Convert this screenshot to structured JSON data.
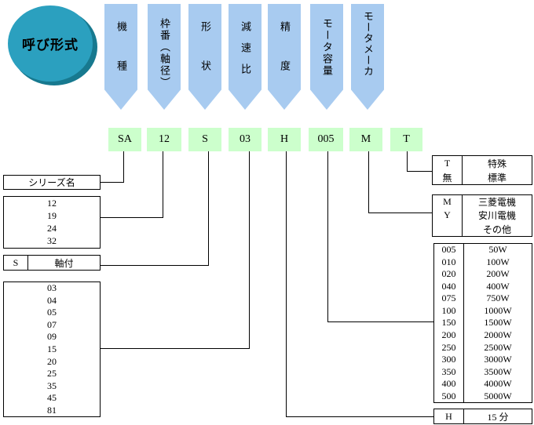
{
  "badge": {
    "label": "呼び形式"
  },
  "columns": {
    "arrows": [
      {
        "label": "機種"
      },
      {
        "label": "枠番（軸径）"
      },
      {
        "label": "形状"
      },
      {
        "label": "減速比"
      },
      {
        "label": "精度"
      },
      {
        "label": "モータ容量"
      },
      {
        "label": "モータメーカ"
      }
    ],
    "codes": [
      {
        "value": "SA"
      },
      {
        "value": "12"
      },
      {
        "value": "S"
      },
      {
        "value": "03"
      },
      {
        "value": "H"
      },
      {
        "value": "005"
      },
      {
        "value": "M"
      },
      {
        "value": "T"
      }
    ]
  },
  "legend_left": {
    "series_name": {
      "label": "シリーズ名"
    },
    "frame_numbers": {
      "rows": [
        {
          "value": "12"
        },
        {
          "value": "19"
        },
        {
          "value": "24"
        },
        {
          "value": "32"
        }
      ]
    },
    "shape": {
      "code": "S",
      "label": "軸付"
    },
    "reduction_ratios": {
      "rows": [
        {
          "value": "03"
        },
        {
          "value": "04"
        },
        {
          "value": "05"
        },
        {
          "value": "07"
        },
        {
          "value": "09"
        },
        {
          "value": "15"
        },
        {
          "value": "20"
        },
        {
          "value": "25"
        },
        {
          "value": "35"
        },
        {
          "value": "45"
        },
        {
          "value": "81"
        }
      ]
    }
  },
  "legend_right": {
    "special": {
      "rows": [
        {
          "code": "T",
          "label": "特殊"
        },
        {
          "code": "無",
          "label": "標準"
        }
      ]
    },
    "motor_maker": {
      "rows": [
        {
          "code": "M",
          "label": "三菱電機"
        },
        {
          "code": "Y",
          "label": "安川電機"
        },
        {
          "code": "",
          "label": "その他"
        }
      ]
    },
    "motor_capacity": {
      "rows": [
        {
          "code": "005",
          "label": "50W"
        },
        {
          "code": "010",
          "label": "100W"
        },
        {
          "code": "020",
          "label": "200W"
        },
        {
          "code": "040",
          "label": "400W"
        },
        {
          "code": "075",
          "label": "750W"
        },
        {
          "code": "100",
          "label": "1000W"
        },
        {
          "code": "150",
          "label": "1500W"
        },
        {
          "code": "200",
          "label": "2000W"
        },
        {
          "code": "250",
          "label": "2500W"
        },
        {
          "code": "300",
          "label": "3000W"
        },
        {
          "code": "350",
          "label": "3500W"
        },
        {
          "code": "400",
          "label": "4000W"
        },
        {
          "code": "500",
          "label": "5000W"
        }
      ]
    },
    "accuracy": {
      "code": "H",
      "label": "15 分"
    }
  },
  "colors": {
    "arrow_blue": "#A8CBF0",
    "code_green": "#CCFFCC",
    "badge_teal": "#2BA0BF",
    "badge_teal_dark": "#17798F"
  }
}
